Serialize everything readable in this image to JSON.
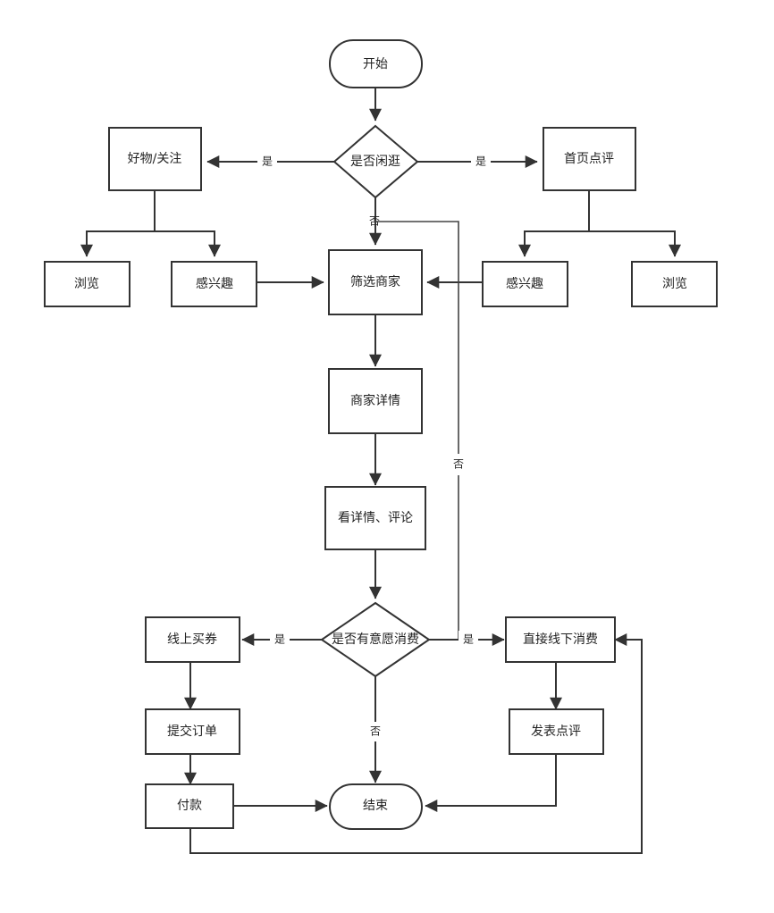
{
  "diagram": {
    "type": "flowchart",
    "title": "",
    "orientation": "top-to-bottom",
    "colors": {
      "background": "#ffffff",
      "node_fill": "#ffffff",
      "node_stroke": "#333333",
      "edge_stroke": "#333333",
      "text": "#222222"
    },
    "nodes": [
      {
        "id": "start",
        "label": "开始",
        "shape": "terminator"
      },
      {
        "id": "d_idle",
        "label": "是否闲逛",
        "shape": "decision"
      },
      {
        "id": "good_follow",
        "label": "好物/关注",
        "shape": "process"
      },
      {
        "id": "home_review",
        "label": "首页点评",
        "shape": "process"
      },
      {
        "id": "browse_left",
        "label": "浏览",
        "shape": "process"
      },
      {
        "id": "interest_left",
        "label": "感兴趣",
        "shape": "process"
      },
      {
        "id": "interest_right",
        "label": "感兴趣",
        "shape": "process"
      },
      {
        "id": "browse_right",
        "label": "浏览",
        "shape": "process"
      },
      {
        "id": "filter_shop",
        "label": "筛选商家",
        "shape": "process"
      },
      {
        "id": "shop_detail",
        "label": "商家详情",
        "shape": "process"
      },
      {
        "id": "see_detail",
        "label": "看详情、评论",
        "shape": "process"
      },
      {
        "id": "d_willing",
        "label": "是否有意愿消费",
        "shape": "decision"
      },
      {
        "id": "buy_coupon",
        "label": "线上买券",
        "shape": "process"
      },
      {
        "id": "submit_order",
        "label": "提交订单",
        "shape": "process"
      },
      {
        "id": "pay",
        "label": "付款",
        "shape": "process"
      },
      {
        "id": "offline_pay",
        "label": "直接线下消费",
        "shape": "process"
      },
      {
        "id": "post_review",
        "label": "发表点评",
        "shape": "process"
      },
      {
        "id": "end",
        "label": "结束",
        "shape": "terminator"
      }
    ],
    "edges": [
      {
        "from": "start",
        "to": "d_idle",
        "label": ""
      },
      {
        "from": "d_idle",
        "to": "good_follow",
        "label": "是"
      },
      {
        "from": "d_idle",
        "to": "home_review",
        "label": "是"
      },
      {
        "from": "d_idle",
        "to": "filter_shop",
        "label": "否"
      },
      {
        "from": "good_follow",
        "to": "browse_left",
        "label": ""
      },
      {
        "from": "good_follow",
        "to": "interest_left",
        "label": ""
      },
      {
        "from": "home_review",
        "to": "interest_right",
        "label": ""
      },
      {
        "from": "home_review",
        "to": "browse_right",
        "label": ""
      },
      {
        "from": "interest_left",
        "to": "filter_shop",
        "label": ""
      },
      {
        "from": "interest_right",
        "to": "filter_shop",
        "label": ""
      },
      {
        "from": "filter_shop",
        "to": "shop_detail",
        "label": ""
      },
      {
        "from": "shop_detail",
        "to": "see_detail",
        "label": ""
      },
      {
        "from": "see_detail",
        "to": "d_willing",
        "label": ""
      },
      {
        "from": "d_willing",
        "to": "buy_coupon",
        "label": "是"
      },
      {
        "from": "d_willing",
        "to": "offline_pay",
        "label": "是"
      },
      {
        "from": "d_willing",
        "to": "end",
        "label": "否"
      },
      {
        "from": "buy_coupon",
        "to": "submit_order",
        "label": ""
      },
      {
        "from": "submit_order",
        "to": "pay",
        "label": ""
      },
      {
        "from": "pay",
        "to": "end",
        "label": ""
      },
      {
        "from": "offline_pay",
        "to": "post_review",
        "label": ""
      },
      {
        "from": "post_review",
        "to": "end",
        "label": ""
      },
      {
        "from": "pay",
        "to": "offline_pay",
        "label": ""
      },
      {
        "from": "filter_shop",
        "to": "d_willing",
        "label": "否"
      }
    ],
    "edge_labels": {
      "yes": "是",
      "no": "否"
    }
  }
}
